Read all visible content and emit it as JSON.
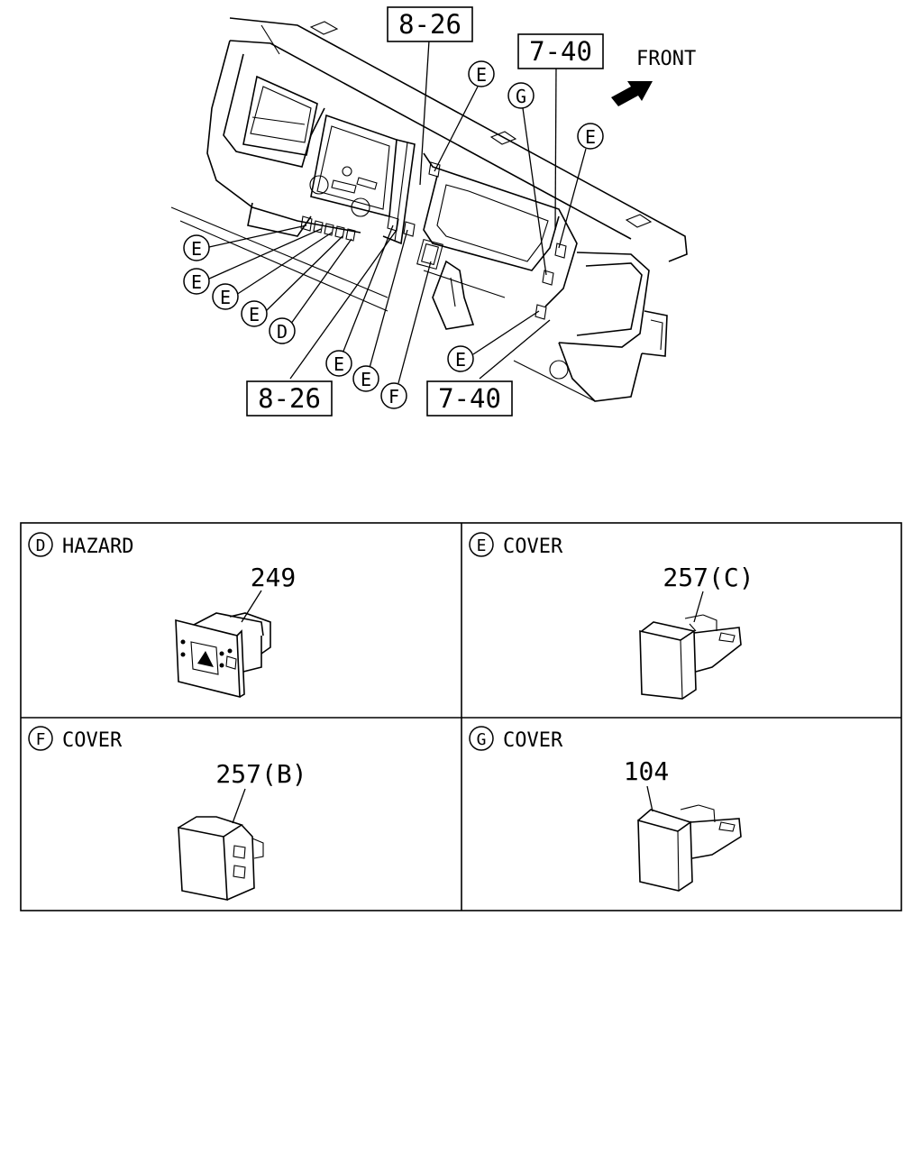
{
  "direction_label": "FRONT",
  "refs": {
    "ref_8_26": "8-26",
    "ref_7_40": "7-40"
  },
  "callout_letters": {
    "d": "D",
    "e": "E",
    "f": "F",
    "g": "G"
  },
  "panels": [
    {
      "letter": "D",
      "title": "HAZARD",
      "part_no": "249"
    },
    {
      "letter": "E",
      "title": "COVER",
      "part_no": "257(C)"
    },
    {
      "letter": "F",
      "title": "COVER",
      "part_no": "257(B)"
    },
    {
      "letter": "G",
      "title": "COVER",
      "part_no": "104"
    }
  ]
}
